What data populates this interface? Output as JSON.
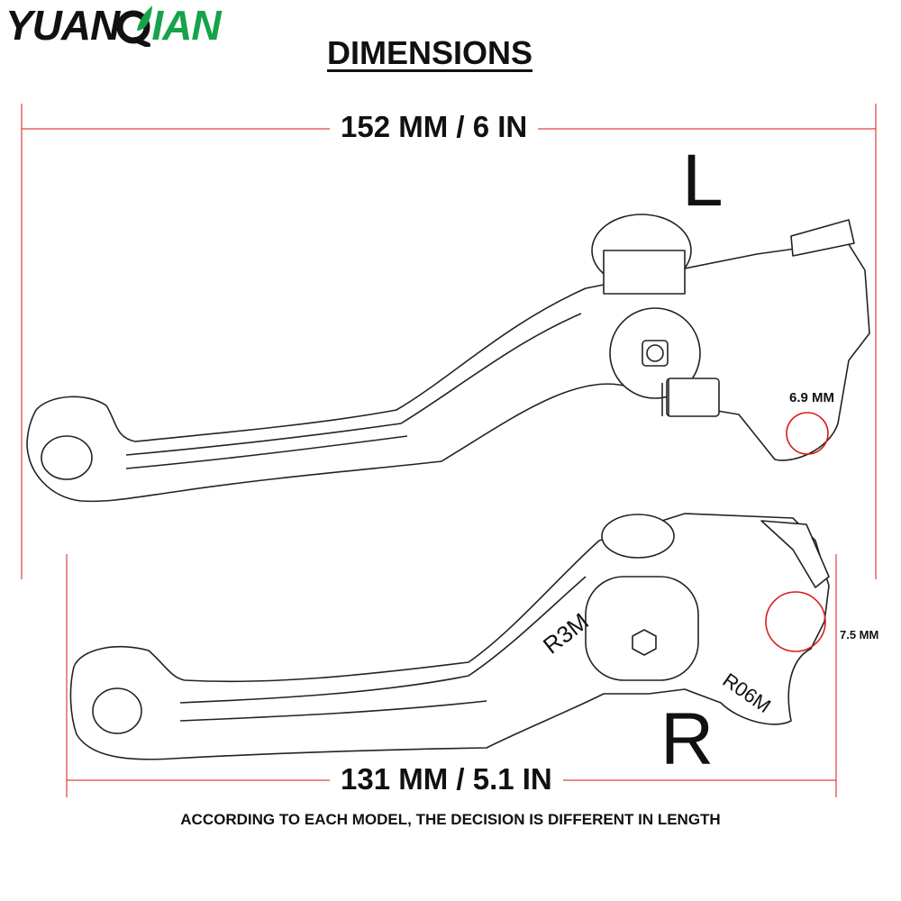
{
  "brand": {
    "part1": "YUAN",
    "part2": "IAN",
    "accent_color": "#16a34a",
    "leaf_icon": "leaf-icon"
  },
  "title": "DIMENSIONS",
  "left_lever": {
    "side": "L",
    "overall_length": "152 MM / 6 IN",
    "hole_diameter": "6.9 MM"
  },
  "right_lever": {
    "side": "R",
    "overall_length": "131 MM / 5.1 IN",
    "hole_diameter": "7.5 MM",
    "engravings": [
      "R3M",
      "R06M"
    ]
  },
  "note": "ACCORDING TO EACH MODEL, THE DECISION IS DIFFERENT IN LENGTH",
  "colors": {
    "dimension_line": "#e04040",
    "hole_highlight": "#d91e1e",
    "outline": "#222222"
  }
}
